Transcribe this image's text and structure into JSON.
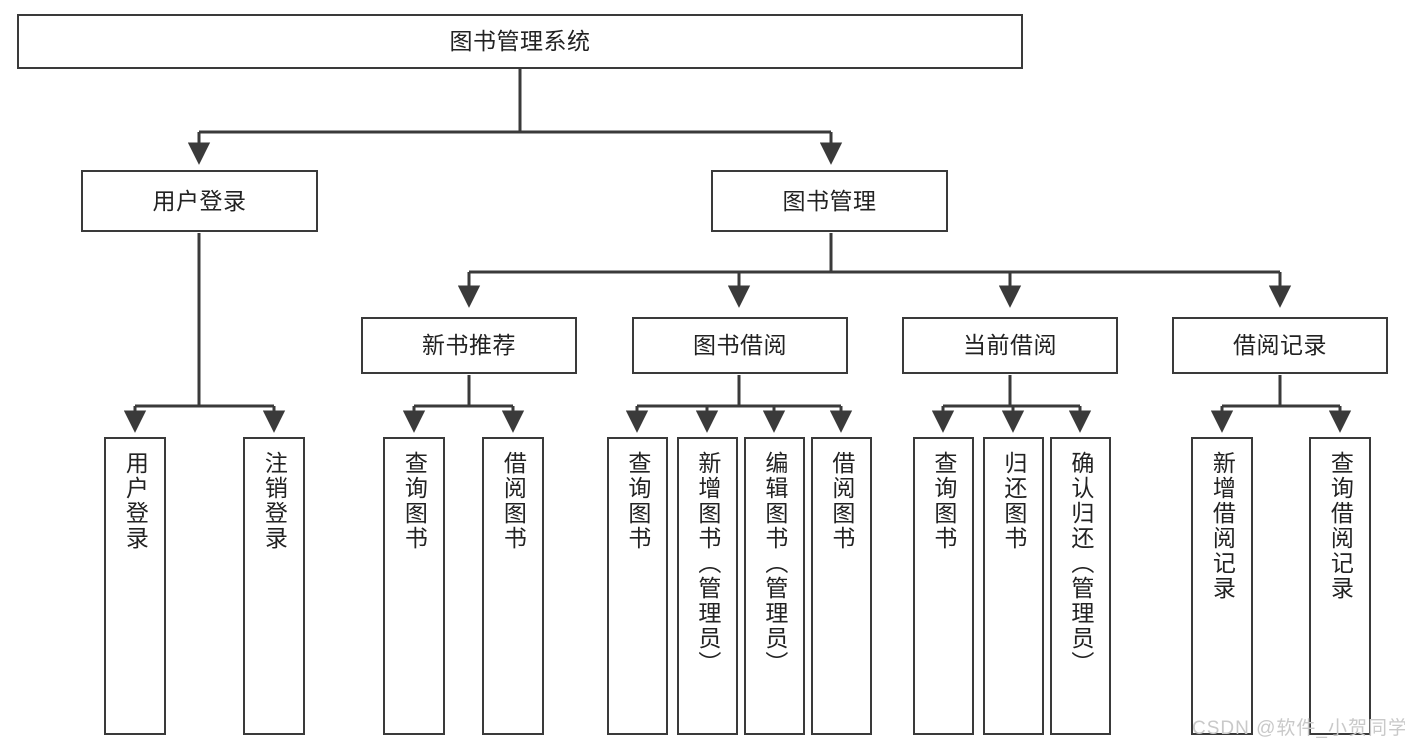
{
  "diagram": {
    "type": "tree-hierarchy-chart",
    "title": "图书管理系统",
    "watermark": "CSDN @软件_小贺同学",
    "colors": {
      "stroke": "#3a3a3a",
      "fill": "#ffffff",
      "text": "#222222",
      "watermark": "#c9c9c9"
    },
    "nodes": {
      "root": {
        "label": "图书管理系统",
        "level": 0,
        "orientation": "horizontal"
      },
      "l1": [
        {
          "id": "user-login",
          "label": "用户登录",
          "orientation": "horizontal"
        },
        {
          "id": "book-manage",
          "label": "图书管理",
          "orientation": "horizontal"
        }
      ],
      "l2": [
        {
          "id": "new-book-recommend",
          "label": "新书推荐",
          "orientation": "horizontal"
        },
        {
          "id": "book-borrow",
          "label": "图书借阅",
          "orientation": "horizontal"
        },
        {
          "id": "current-borrow",
          "label": "当前借阅",
          "orientation": "horizontal"
        },
        {
          "id": "borrow-record",
          "label": "借阅记录",
          "orientation": "horizontal"
        }
      ],
      "leaves": {
        "user-login": [
          {
            "id": "leaf-user-login",
            "label": "用户登录"
          },
          {
            "id": "leaf-logout-login",
            "label": "注销登录"
          }
        ],
        "new-book-recommend": [
          {
            "id": "leaf-query-book-1",
            "label": "查询图书"
          },
          {
            "id": "leaf-borrow-book-1",
            "label": "借阅图书"
          }
        ],
        "book-borrow": [
          {
            "id": "leaf-query-book-2",
            "label": "查询图书"
          },
          {
            "id": "leaf-add-book",
            "label": "新增图书（管理员）"
          },
          {
            "id": "leaf-edit-book",
            "label": "编辑图书（管理员）"
          },
          {
            "id": "leaf-borrow-book-2",
            "label": "借阅图书"
          }
        ],
        "current-borrow": [
          {
            "id": "leaf-query-book-3",
            "label": "查询图书"
          },
          {
            "id": "leaf-return-book",
            "label": "归还图书"
          },
          {
            "id": "leaf-confirm-return",
            "label": "确认归还（管理员）"
          }
        ],
        "borrow-record": [
          {
            "id": "leaf-add-record",
            "label": "新增借阅记录"
          },
          {
            "id": "leaf-query-record",
            "label": "查询借阅记录"
          }
        ]
      }
    }
  }
}
